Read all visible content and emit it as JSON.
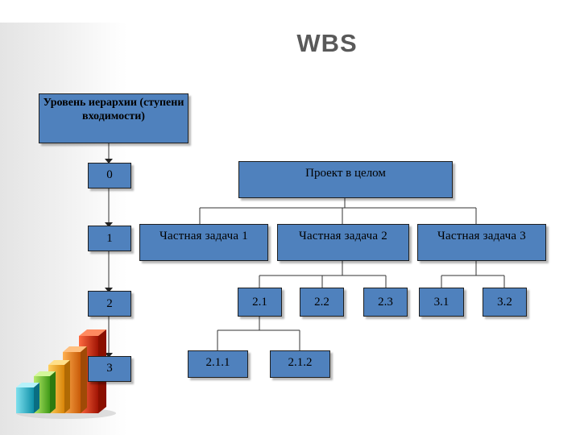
{
  "title": "WBS",
  "hierarchy_header": "Уровень иерархии (ступени входимости)",
  "levels": [
    "0",
    "1",
    "2",
    "3"
  ],
  "root": "Проект в целом",
  "level1": [
    "Частная задача 1",
    "Частная задача 2",
    "Частная задача 3"
  ],
  "level2": [
    "2.1",
    "2.2",
    "2.3",
    "3.1",
    "3.2"
  ],
  "level3": [
    "2.1.1",
    "2.1.2"
  ],
  "colors": {
    "box_fill": "#4f81bd",
    "box_border": "#1f1f1f",
    "title_text": "#595959",
    "bar_colors": [
      "#1ab0c8",
      "#6cc030",
      "#f0a020",
      "#ee7a16",
      "#d62410"
    ]
  },
  "decoration_icon": "3d-bar-chart-icon"
}
